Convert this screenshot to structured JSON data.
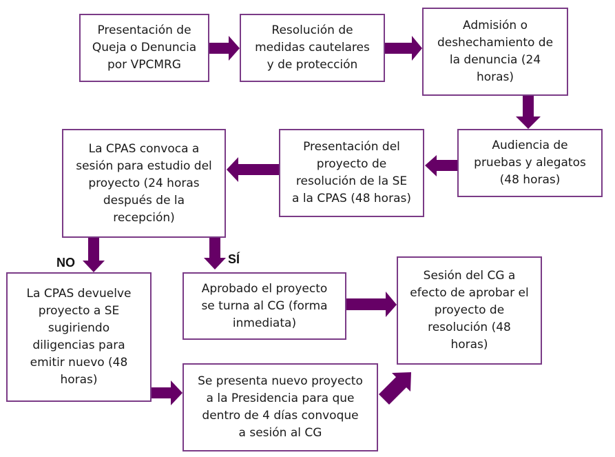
{
  "diagram": {
    "type": "flowchart",
    "accent_color": "#660066",
    "border_color": "#7a3a86",
    "steps": [
      {
        "id": "b1",
        "text": "Presentación de\nQueja o Denuncia\npor VPCMRG"
      },
      {
        "id": "b2",
        "text": "Resolución de\nmedidas cautelares\ny de protección"
      },
      {
        "id": "b3",
        "text": "Admisión o\ndeshechamiento de\nla denuncia (24\nhoras)"
      },
      {
        "id": "b4",
        "text": "Audiencia de\npruebas y alegatos\n(48 horas)"
      },
      {
        "id": "b5",
        "text": "Presentación del\nproyecto de\nresolución de la SE\na la CPAS (48 horas)"
      },
      {
        "id": "b6",
        "text": "La CPAS convoca a\nsesión para estudio del\nproyecto (24 horas\ndespués de la\nrecepción)"
      },
      {
        "id": "b7",
        "text": "La CPAS devuelve\nproyecto a SE\nsugiriendo\ndiligencias para\nemitir nuevo (48\nhoras)"
      },
      {
        "id": "b8",
        "text": "Aprobado el proyecto\nse turna al CG (forma\ninmediata)"
      },
      {
        "id": "b9",
        "text": "Sesión del CG a\nefecto de aprobar el\nproyecto de\nresolución (48\nhoras)"
      },
      {
        "id": "b10",
        "text": "Se presenta nuevo proyecto\na la Presidencia para que\ndentro de 4 días convoque\na sesión al CG"
      }
    ],
    "connections": [
      {
        "from": "b1",
        "to": "b2"
      },
      {
        "from": "b2",
        "to": "b3"
      },
      {
        "from": "b3",
        "to": "b4"
      },
      {
        "from": "b4",
        "to": "b5"
      },
      {
        "from": "b5",
        "to": "b6"
      },
      {
        "from": "b6",
        "to": "b7",
        "label": "NO"
      },
      {
        "from": "b6",
        "to": "b8",
        "label": "SÍ"
      },
      {
        "from": "b8",
        "to": "b9"
      },
      {
        "from": "b7",
        "to": "b10"
      },
      {
        "from": "b10",
        "to": "b9"
      }
    ],
    "branch_labels": {
      "no": "NO",
      "yes": "SÍ"
    }
  }
}
